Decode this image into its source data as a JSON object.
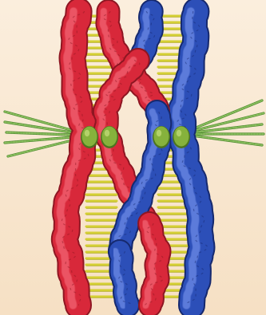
{
  "colors": {
    "background": "#f8e6cc",
    "maternal_chromosome": "#d8283a",
    "maternal_highlight": "#f26472",
    "maternal_shadow": "#8e1622",
    "paternal_chromosome": "#2c4fb8",
    "paternal_highlight": "#6d8ae6",
    "paternal_shadow": "#16296e",
    "synaptonemal_rungs": "#d4cf34",
    "synaptonemal_rungs_dark": "#98941c",
    "centromere": "#86b23c",
    "centromere_dark": "#4c7420",
    "spindle_fibers": "#8cc060",
    "spindle_fibers_dark": "#4e8a2e"
  },
  "illustration": {
    "subject": "homologous-chromosome-pair-crossing-over",
    "chromosome_count": 2,
    "chromatid_count": 4,
    "crossover_count": 2,
    "centromere_count": 4,
    "spindle_fiber_bundles": 2,
    "text": []
  }
}
